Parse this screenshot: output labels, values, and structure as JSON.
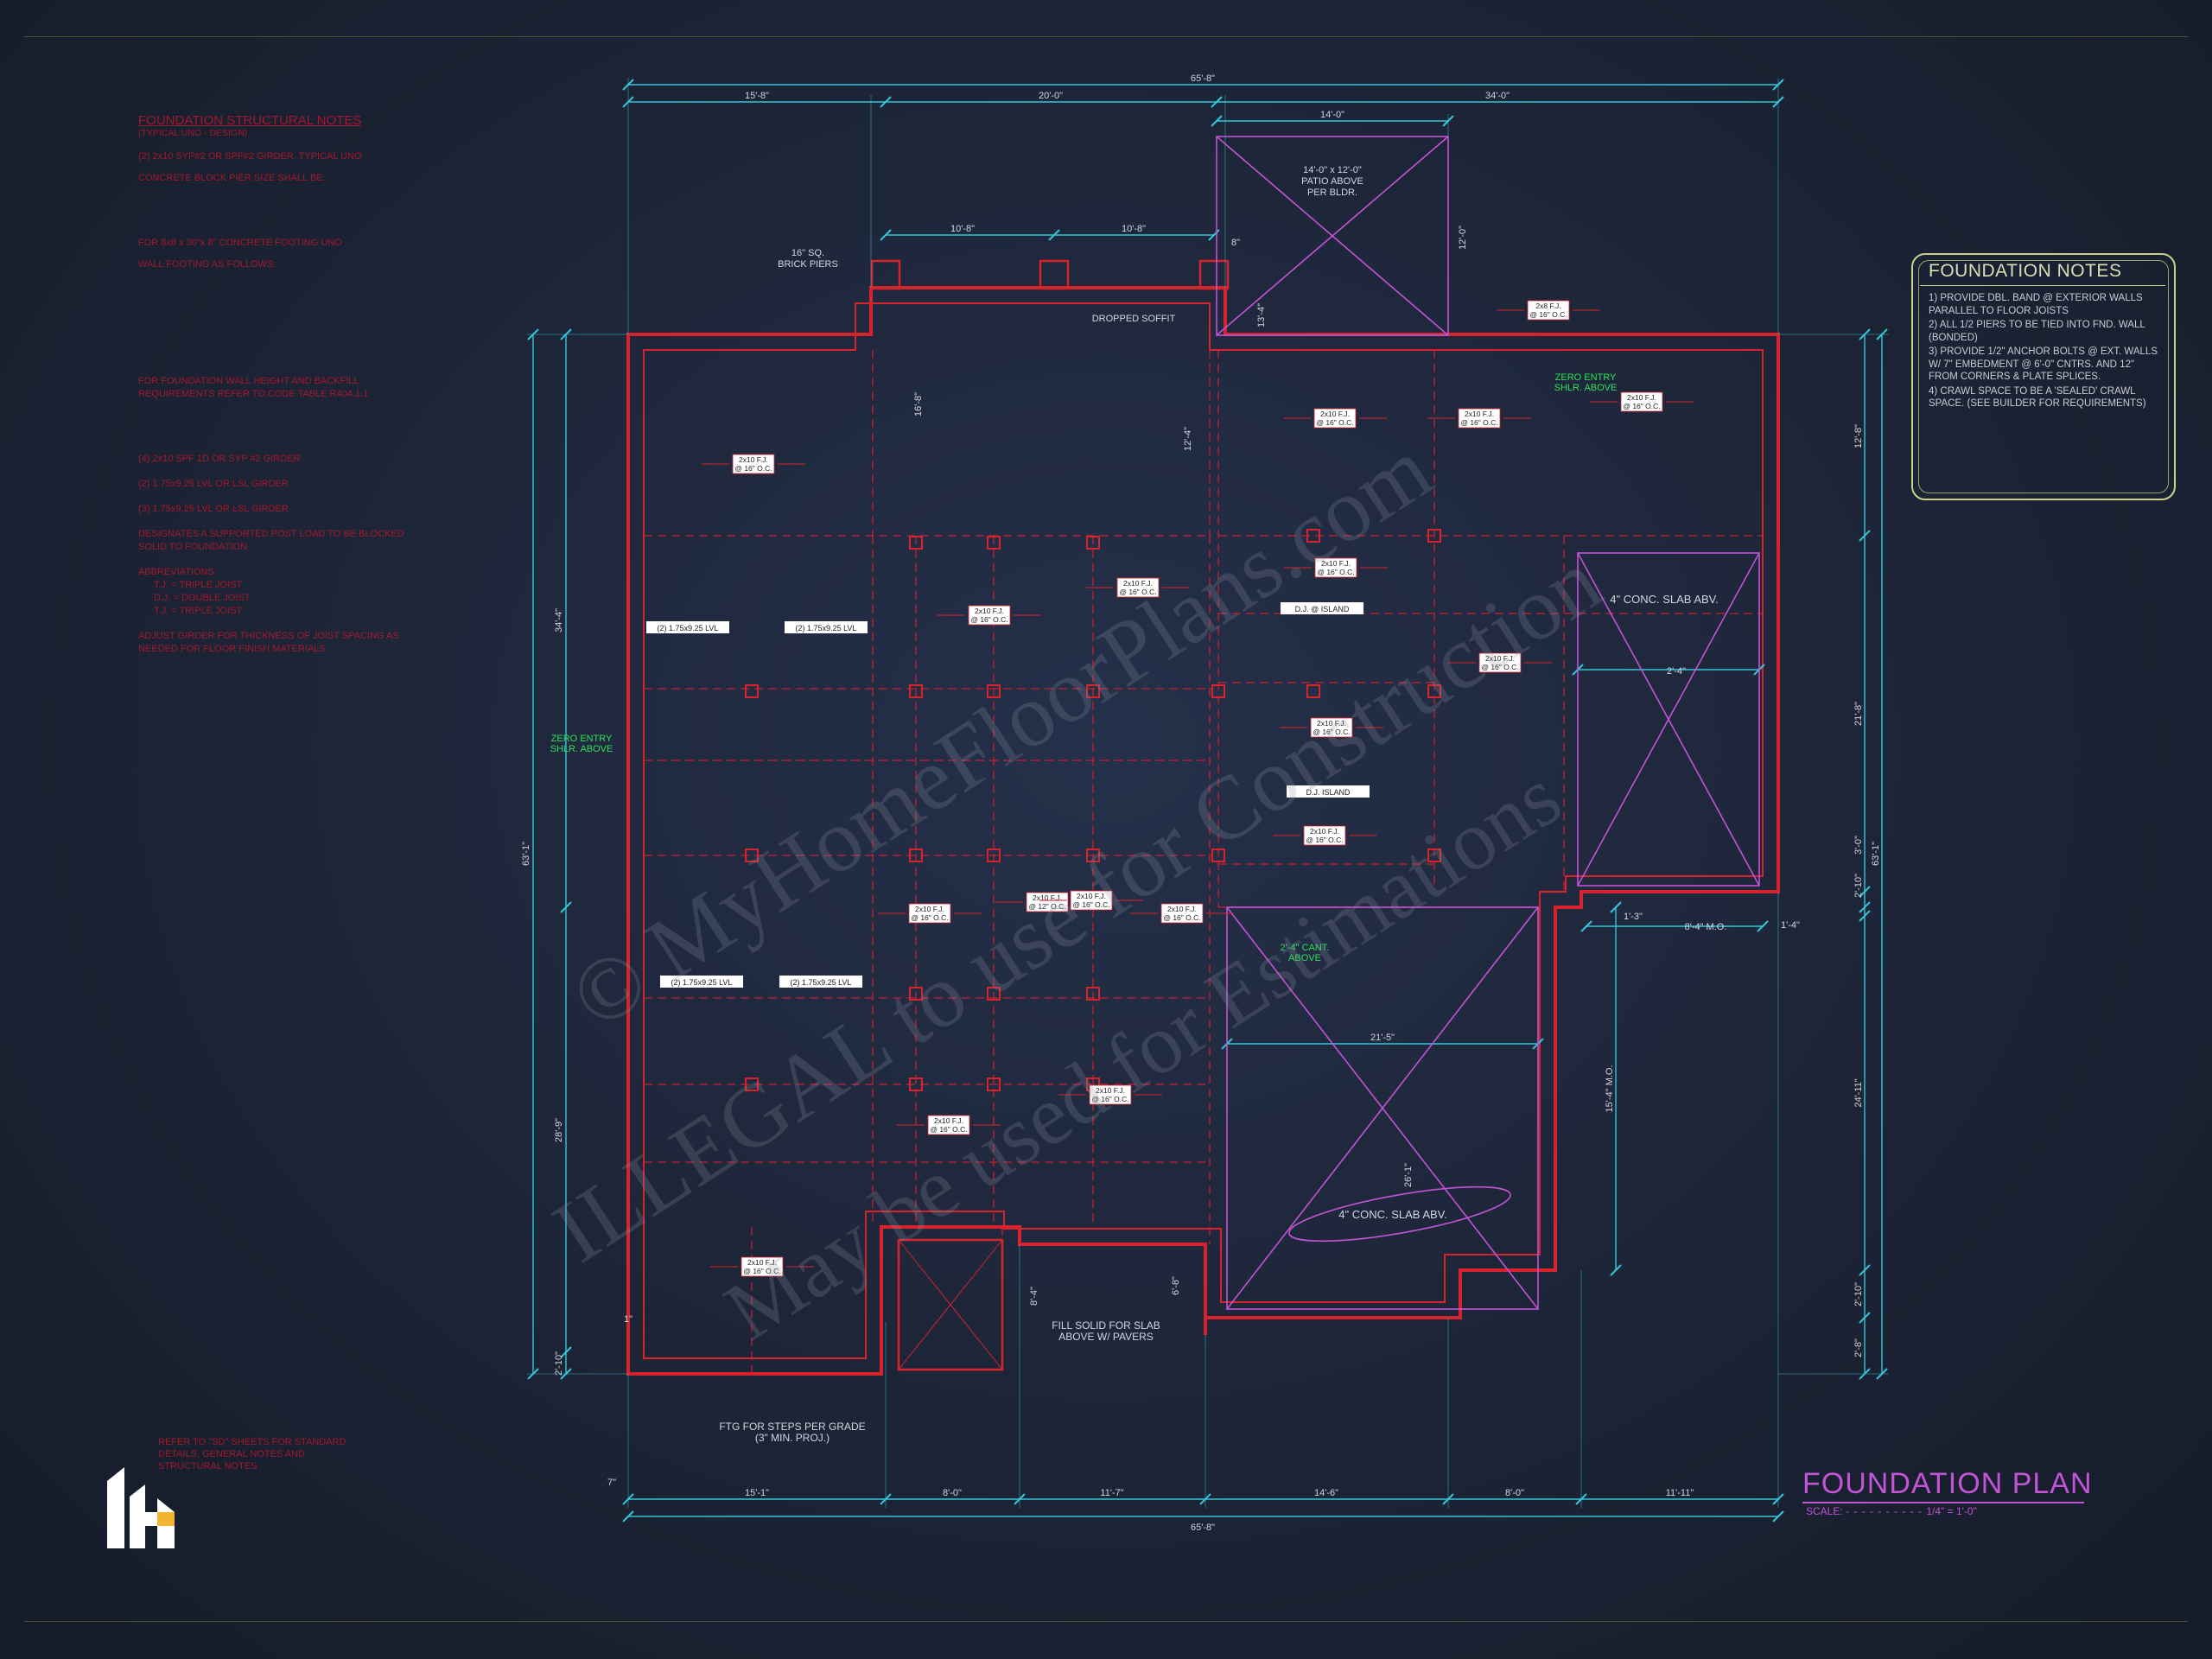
{
  "plan": {
    "title": "FOUNDATION PLAN",
    "scale_label": "SCALE:",
    "scale_value": "1/4\" = 1'-0\""
  },
  "foundation_notes": {
    "title": "FOUNDATION NOTES",
    "items": [
      "1) PROVIDE DBL. BAND @ EXTERIOR WALLS PARALLEL TO FLOOR JOISTS",
      "2) ALL 1/2 PIERS TO BE TIED INTO FND. WALL (BONDED)",
      "3) PROVIDE 1/2\" ANCHOR BOLTS @ EXT. WALLS W/ 7\" EMBEDMENT @ 6'-0\" CNTRS. AND 12\" FROM CORNERS & PLATE SPLICES.",
      "4) CRAWL SPACE TO BE A 'SEALED' CRAWL SPACE. (SEE BUILDER FOR REQUIREMENTS)"
    ]
  },
  "structural_notes": {
    "title": "FOUNDATION STRUCTURAL NOTES",
    "subtitle": "(TYPICAL UNO - DESIGN)",
    "items": [
      "(2) 2x10 SYP#2 OR SPF#2 GIRDER, TYPICAL UNO",
      "CONCRETE BLOCK PIER SIZE SHALL BE:",
      "FOR 8x8 x 30\"x 8\" CONCRETE FOOTING UNO",
      "WALL FOOTING AS FOLLOWS:",
      "FOR FOUNDATION WALL HEIGHT AND BACKFILL REQUIREMENTS REFER TO CODE TABLE R404.1.1",
      "(4) 2x10 SPF 1D OR SYP #2 GIRDER",
      "(2) 1.75x9.25 LVL OR LSL GIRDER",
      "(3) 1.75x9.25 LVL OR LSL GIRDER",
      "DESIGNATES A SUPPORTED POST LOAD TO BE BLOCKED SOLID TO FOUNDATION",
      "ABBREVIATIONS:",
      "ADJUST GIRDER FOR THICKNESS OF JOIST SPACING AS NEEDED FOR FLOOR FINISH MATERIALS"
    ],
    "abbreviations": [
      "T.J. = TRIPLE JOIST",
      "D.J. = DOUBLE JOIST",
      "T.J. = TRIPLE JOIST"
    ]
  },
  "refer_note": "REFER TO \"SD\" SHEETS FOR STANDARD DETAILS, GENERAL NOTES AND STRUCTURAL NOTES",
  "dimensions": {
    "overall_top": "65'-8\"",
    "overall_bottom": "65'-8\"",
    "top": [
      "15'-8\"",
      "20'-0\"",
      "34'-0\""
    ],
    "top_inner": "14'-0\"",
    "porch": [
      "10'-8\"",
      "10'-8\""
    ],
    "bottom": [
      "15'-1\"",
      "8'-0\"",
      "11'-7\"",
      "14'-6\"",
      "8'-0\"",
      "11'-11\""
    ],
    "left_overall": "63'-1\"",
    "left": [
      "34'-4\"",
      "28'-9\"",
      "2'-10\""
    ],
    "right_overall": "63'-1\"",
    "right": [
      "12'-8\"",
      "21'-8\"",
      "3'-0\"",
      "2'-10\"",
      "24'-11\"",
      "2'-10\"",
      "2'-8\""
    ],
    "misc": [
      "12'-0\"",
      "13'-4\"",
      "16'-8\"",
      "12'-4\"",
      "21'-5\"",
      "8'-4\" M.O.",
      "15'-4\" M.O.",
      "26'-1\"",
      "8'-4\"",
      "6'-8\"",
      "2'-4\"",
      "1'-3\"",
      "1'-4\"",
      "7\"",
      "1\"",
      "8\""
    ]
  },
  "joist_tags": [
    {
      "l1": "2x10 F.J.",
      "l2": "@ 16\" O.C."
    },
    {
      "l1": "2x10 F.J.",
      "l2": "@ 16\" O.C."
    },
    {
      "l1": "2x10 F.J.",
      "l2": "@ 16\" O.C."
    },
    {
      "l1": "2x8 F.J.",
      "l2": "@ 16\" O.C."
    },
    {
      "l1": "2x10 F.J.",
      "l2": "@ 16\" O.C."
    },
    {
      "l1": "2x10 F.J.",
      "l2": "@ 16\" O.C."
    },
    {
      "l1": "2x10 F.J.",
      "l2": "@ 16\" O.C."
    },
    {
      "l1": "2x10 F.J.",
      "l2": "@ 16\" O.C."
    },
    {
      "l1": "2x10 F.J.",
      "l2": "@ 16\" O.C."
    },
    {
      "l1": "2x10 F.J.",
      "l2": "@ 16\" O.C."
    },
    {
      "l1": "2x10 F.J.",
      "l2": "@ 12\" O.C."
    },
    {
      "l1": "2x10 F.J.",
      "l2": "@ 16\" O.C."
    },
    {
      "l1": "2x10 F.J.",
      "l2": "@ 16\" O.C."
    },
    {
      "l1": "2x10 F.J.",
      "l2": "@ 16\" O.C."
    },
    {
      "l1": "2x10 F.J.",
      "l2": "@ 16\" O.C."
    },
    {
      "l1": "2x10 F.J.",
      "l2": "@ 16\" O.C."
    },
    {
      "l1": "2x10 F.J.",
      "l2": "@ 16\" O.C."
    },
    {
      "l1": "2x10 F.J.",
      "l2": "@ 16\" O.C."
    }
  ],
  "beam_tags": [
    "(2) 1.75x9.25 LVL",
    "(2) 1.75x9.25 LVL",
    "(2) 1.75x9.25 LVL",
    "(2) 1.75x9.25 LVL",
    "D.J. @ ISLAND",
    "D.J. ISLAND"
  ],
  "labels": {
    "brick_piers": [
      "16\" SQ.",
      "BRICK PIERS"
    ],
    "patio": [
      "14'-0\" x 12'-0\"",
      "PATIO ABOVE",
      "PER BLDR."
    ],
    "dropped_soffit": "DROPPED SOFFIT",
    "zero_entry_right": [
      "ZERO ENTRY",
      "SHLR. ABOVE"
    ],
    "zero_entry_left": [
      "ZERO ENTRY",
      "SHLR. ABOVE"
    ],
    "cant": [
      "2'-4\" CANT.",
      "ABOVE"
    ],
    "slab1": "4\" CONC. SLAB ABV.",
    "slab2": "4\" CONC. SLAB ABV.",
    "fill_solid": [
      "FILL SOLID FOR SLAB",
      "ABOVE W/ PAVERS"
    ],
    "ftg_steps": [
      "FTG FOR STEPS PER GRADE",
      "(3\" MIN. PROJ.)"
    ]
  },
  "watermark": {
    "line1": "© MyHomeFloorPlans.com",
    "line2": "ILLEGAL to use for Construction",
    "line3": "May be used for Estimations"
  },
  "colors": {
    "background": "#1b2233",
    "dimension": "#36c5d8",
    "wall": "#d8222c",
    "tag_bg": "#ffffff",
    "accent": "#c254d6",
    "zero_entry": "#2ee05a",
    "notes_border": "#c8d28a"
  }
}
